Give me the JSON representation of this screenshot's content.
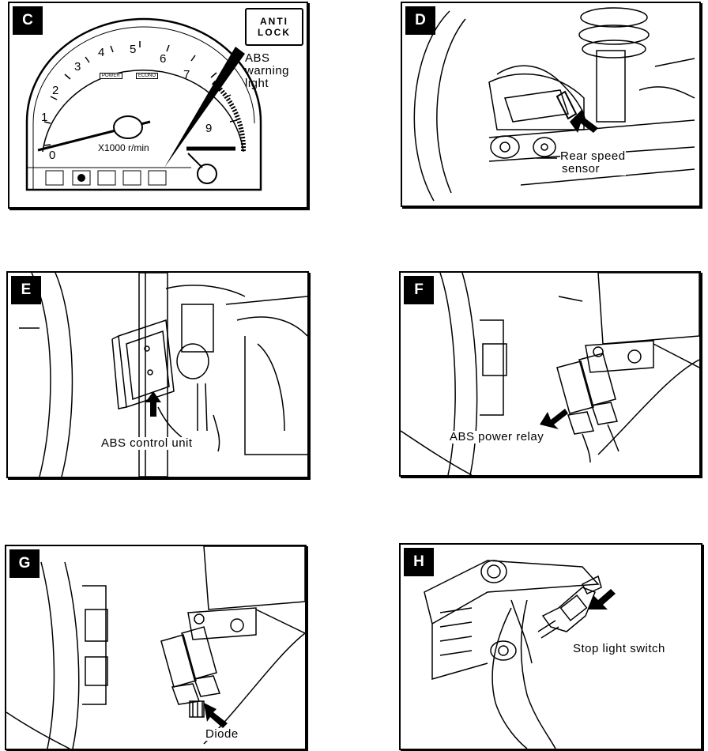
{
  "panels": {
    "c": {
      "letter": "C",
      "indicator_line1": "ANTI",
      "indicator_line2": "LOCK",
      "callout_line1": "ABS",
      "callout_line2": "warning",
      "callout_line3": "light",
      "ticks": [
        "0",
        "1",
        "2",
        "3",
        "4",
        "5",
        "6",
        "7",
        "9"
      ],
      "unit": "X1000 r/min",
      "mode_power": "POWER",
      "mode_econo": "ECONO"
    },
    "d": {
      "letter": "D",
      "callout_line1": "Rear speed",
      "callout_line2": "sensor"
    },
    "e": {
      "letter": "E",
      "callout": "ABS control unit"
    },
    "f": {
      "letter": "F",
      "callout": "ABS power relay"
    },
    "g": {
      "letter": "G",
      "callout": "Diode"
    },
    "h": {
      "letter": "H",
      "callout": "Stop light switch"
    }
  }
}
